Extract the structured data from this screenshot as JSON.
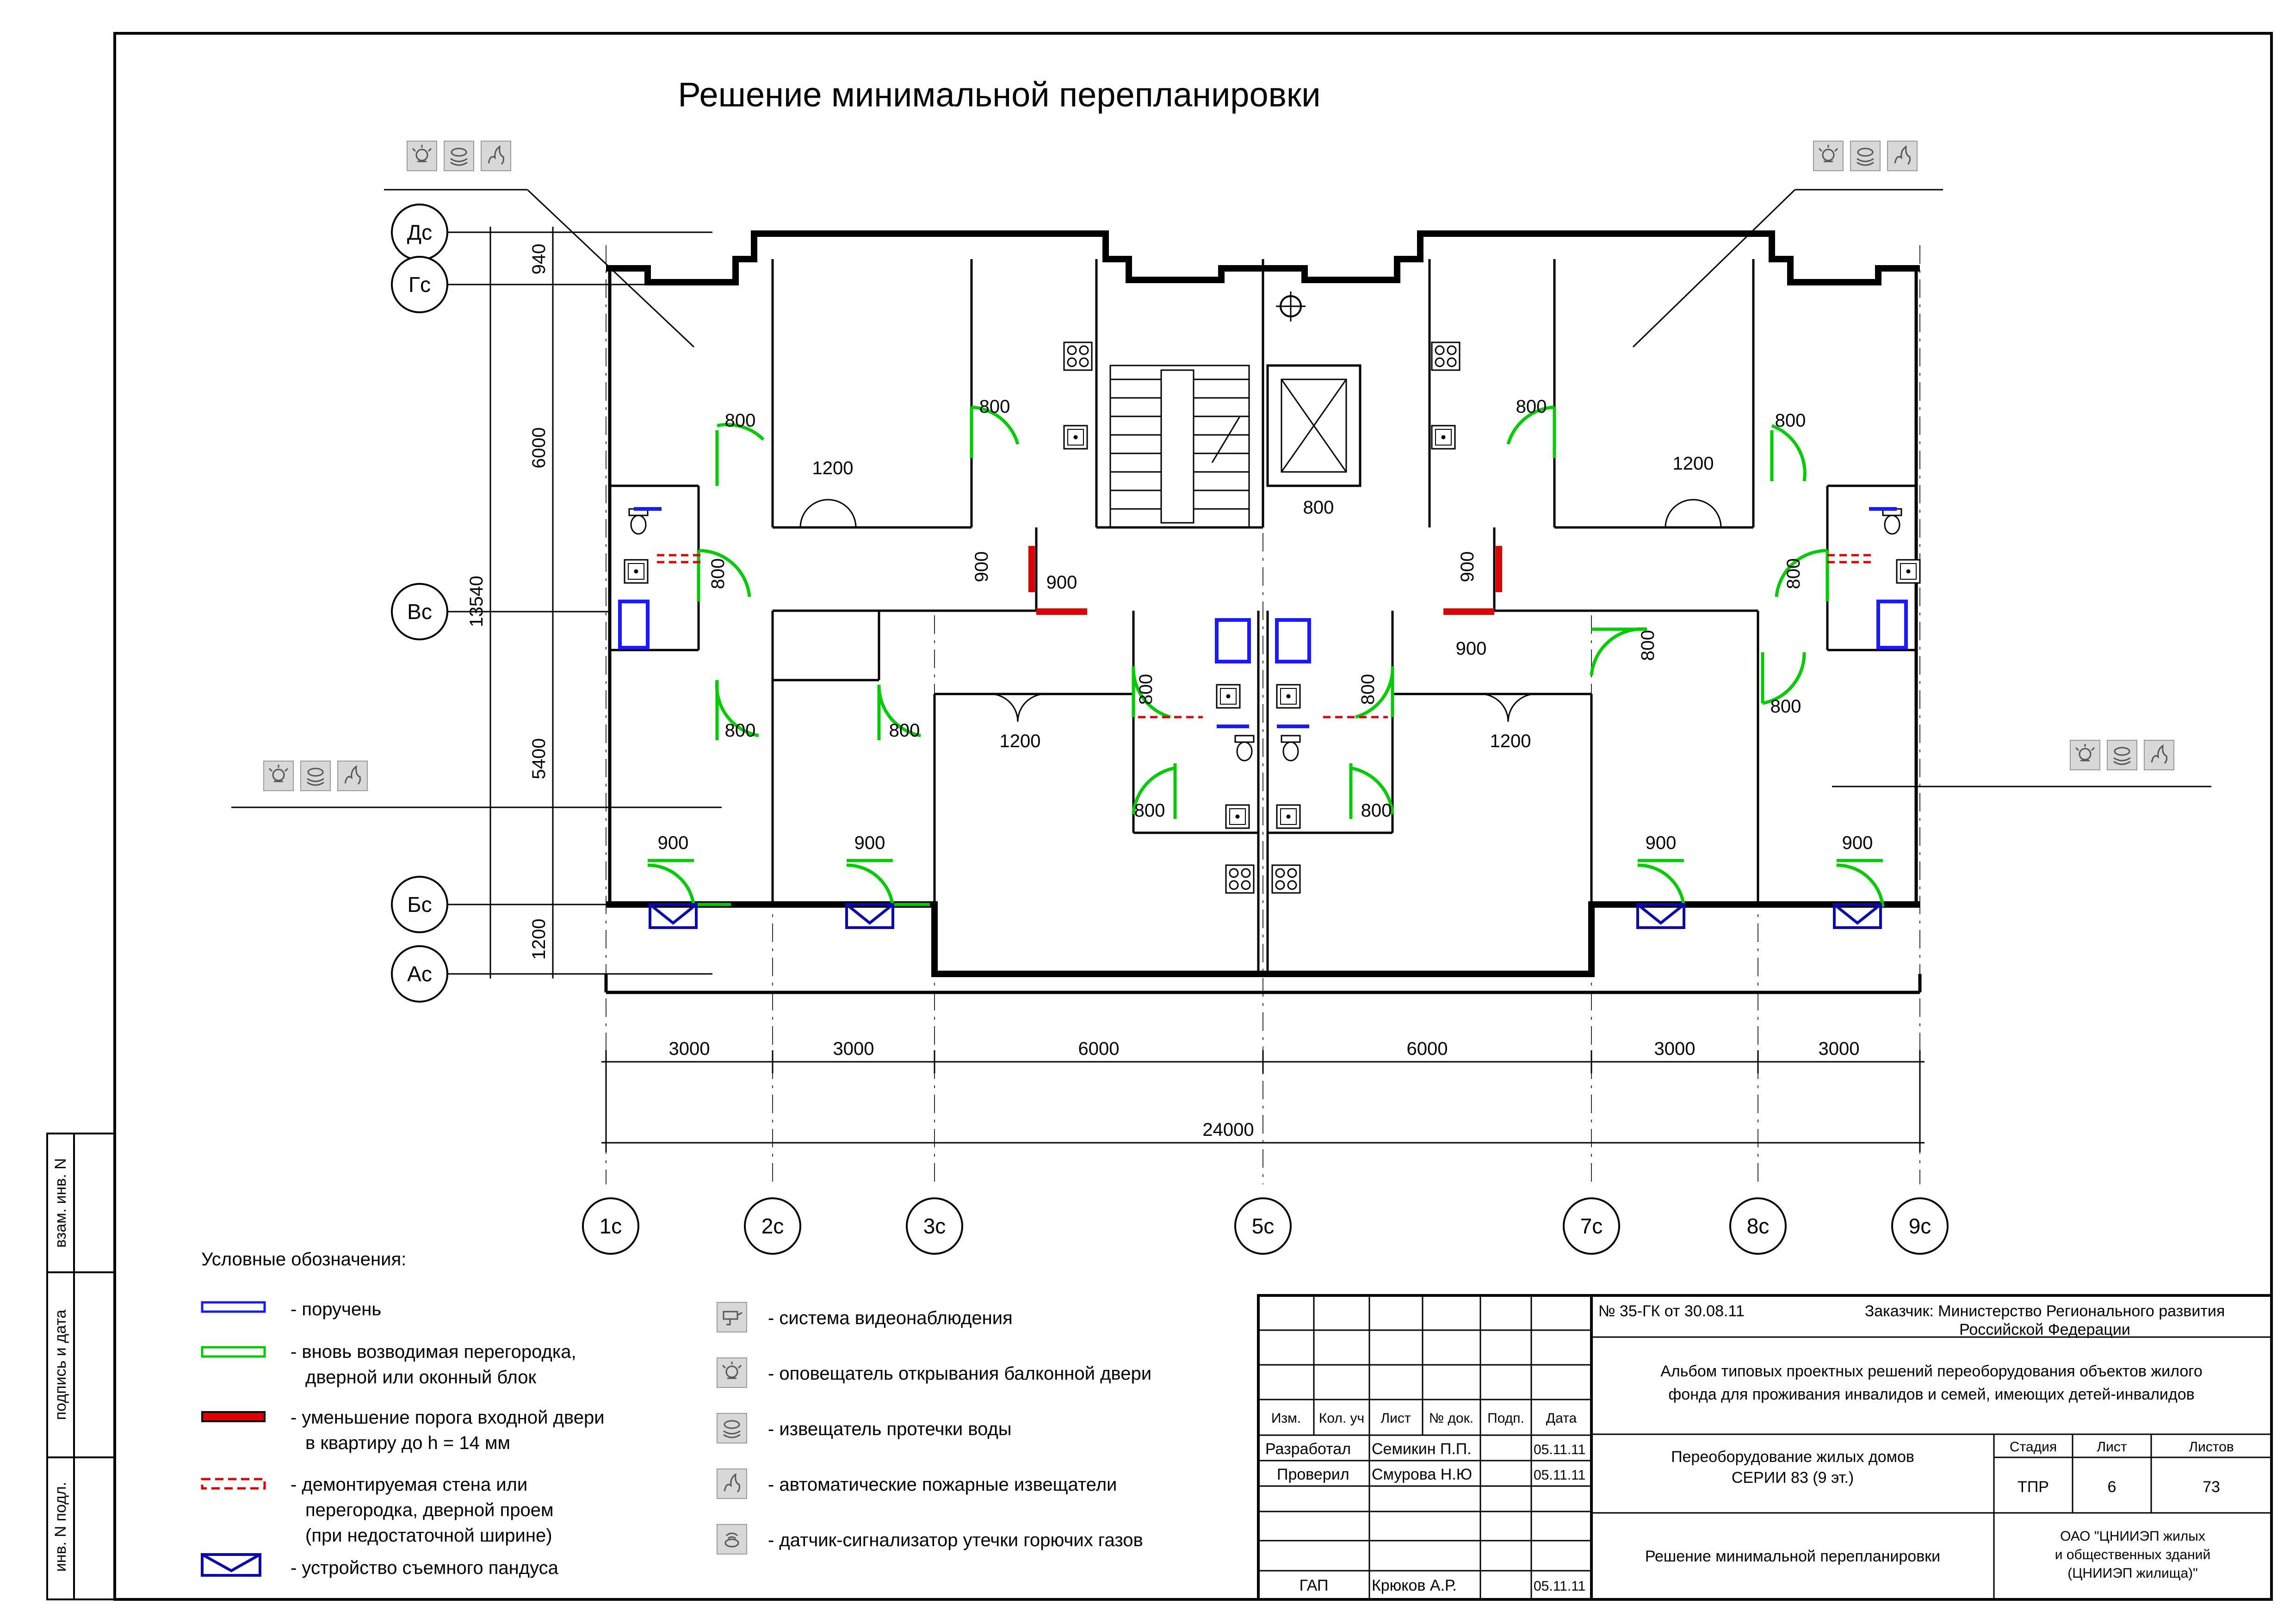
{
  "title": "Решение минимальной перепланировки",
  "colors": {
    "handrail": "#1a1aff",
    "new_partition": "#00cc00",
    "threshold": "#e00000",
    "demolish": "#e00000",
    "ramp": "#0a0ab4",
    "lines": "#000000"
  },
  "axes": {
    "rows": [
      "Дс",
      "Гс",
      "Вс",
      "Бс",
      "Ас"
    ],
    "columns": [
      "1с",
      "2с",
      "3с",
      "5с",
      "7с",
      "8с",
      "9с"
    ]
  },
  "dimensions": {
    "vertical": [
      "940",
      "6000",
      "13540",
      "5400",
      "1200"
    ],
    "horizontal": [
      "3000",
      "3000",
      "6000",
      "6000",
      "3000",
      "3000"
    ],
    "total": "24000",
    "openings": {
      "d800": "800",
      "d900": "900",
      "d1200": "1200"
    }
  },
  "side_labels": [
    "взам. инв. N",
    "подпись и дата",
    "инв. N подл."
  ],
  "legend": {
    "title": "Условные обозначения:",
    "left": [
      {
        "icon": "handrail-symbol",
        "text1": "- поручень",
        "text2": "",
        "text3": ""
      },
      {
        "icon": "new-partition-symbol",
        "text1": "- вновь возводимая перегородка,",
        "text2": "дверной или оконный блок",
        "text3": ""
      },
      {
        "icon": "threshold-symbol",
        "text1": "- уменьшение порога входной двери",
        "text2": "в квартиру до h = 14 мм",
        "text3": ""
      },
      {
        "icon": "demolish-symbol",
        "text1": "- демонтируемая стена или",
        "text2": "перегородка, дверной проем",
        "text3": "(при недостаточной ширине)"
      },
      {
        "icon": "ramp-symbol",
        "text1": "- устройство съемного пандуса",
        "text2": "",
        "text3": ""
      }
    ],
    "right": [
      {
        "icon": "camera-icon",
        "text": "- система видеонаблюдения"
      },
      {
        "icon": "balcony-sensor-icon",
        "text": "- оповещатель открывания балконной двери"
      },
      {
        "icon": "water-leak-icon",
        "text": "- извещатель протечки воды"
      },
      {
        "icon": "fire-detector-icon",
        "text": "- автоматические пожарные извещатели"
      },
      {
        "icon": "gas-sensor-icon",
        "text": "- датчик-сигнализатор утечки горючих газов"
      }
    ]
  },
  "title_block": {
    "doc_no": "№ 35-ГК от 30.08.11",
    "customer1": "Заказчик: Министерство Регионального развития",
    "customer2": "Российской Федерации",
    "album1": "Альбом типовых проектных решений переоборудования объектов жилого",
    "album2": "фонда для проживания инвалидов и семей, имеющих детей-инвалидов",
    "project1": "Переоборудование жилых домов",
    "project2": "СЕРИИ 83 (9 эт.)",
    "sheet_title": "Решение минимальной перепланировки",
    "h_stage": "Стадия",
    "h_sheet": "Лист",
    "h_sheets": "Листов",
    "stage": "ТПР",
    "sheet": "6",
    "sheets": "73",
    "org1": "ОАО \"ЦНИИЭП жилых",
    "org2": "и общественных зданий",
    "org3": "(ЦНИИЭП жилища)\"",
    "cols": [
      "Изм.",
      "Кол. уч",
      "Лист",
      "№ док.",
      "Подп.",
      "Дата"
    ],
    "rows": [
      {
        "role": "Разработал",
        "name": "Семикин П.П.",
        "date": "05.11.11"
      },
      {
        "role": "Проверил",
        "name": "Смурова Н.Ю",
        "date": "05.11.11"
      },
      {
        "role": "ГАП",
        "name": "Крюков А.Р.",
        "date": "05.11.11"
      }
    ]
  }
}
